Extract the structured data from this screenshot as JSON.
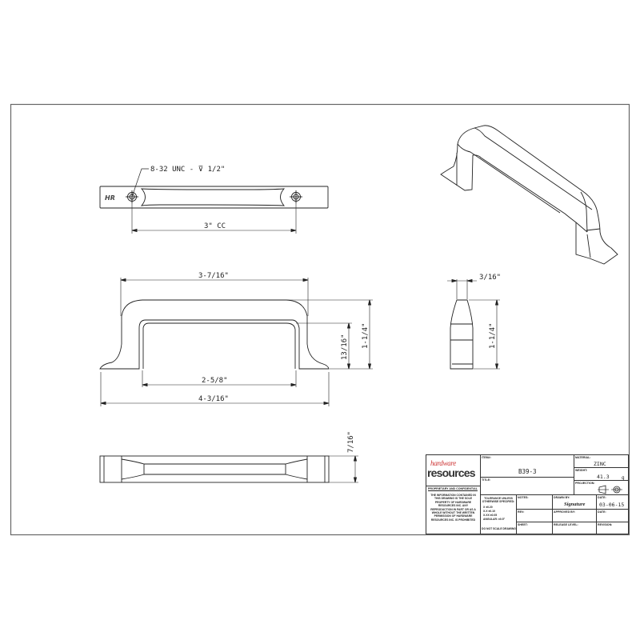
{
  "drawing": {
    "top_view": {
      "thread_callout": "8-32 UNC - ⊽ 1/2\"",
      "center_distance": "3\" CC",
      "logo_mark": "HR"
    },
    "front_view": {
      "overall_top_width": "3-7/16\"",
      "inner_width": "2-5/8\"",
      "overall_base_width": "4-3/16\"",
      "inner_height": "13/16\"",
      "overall_height": "1-1/4\""
    },
    "side_view": {
      "thickness": "3/16\"",
      "height": "1-1/4\""
    },
    "bottom_view": {
      "depth": "7/16\""
    }
  },
  "title_block": {
    "logo": {
      "top": "hardware",
      "main": "resources"
    },
    "confidential_heading": "PROPRIETARY AND CONFIDENTIAL",
    "confidential_text": "THE INFORMATION CONTAINED IN THIS DRAWING IS THE SOLE PROPERTY OF HARDWARE RESOURCES INC. ANY REPRODUCTION IN PART OR AS A WHOLE WITHOUT THE WRITTEN PERMISSION OF HARDWARE RESOURCES INC. IS PROHIBITED",
    "item_label": "ITEM#:",
    "item_value": "B39-3",
    "title_label": "TITLE:",
    "title_value": "",
    "material_label": "MATERIAL:",
    "material_value": "ZINC",
    "weight_label": "WEIGHT:",
    "weight_value": "41.3",
    "weight_unit": "g",
    "projection_label": "PROJECTION:",
    "tolerance": {
      "heading": "TOLERANCE UNLESS OTHERWISE SPECIFIED:",
      "rows": [
        "X    ±0.20",
        "X.X  ±0.10",
        "X.XX ±0.05",
        "ANGULAR: ±0.5°"
      ],
      "footer": "DO NOT SCALE DRAWING"
    },
    "notes_label": "NOTES:",
    "rev_label": "REV:",
    "sheet_label": "SHEET:",
    "drawn_by_label": "DRAWN BY:",
    "drawn_by_value": "Signature",
    "approved_by_label": "APPROVED BY:",
    "release_level_label": "RELEASE LEVEL:",
    "date_label": "DATE:",
    "date_value": "03-06-15",
    "date2_label": "DATE:",
    "revision_label": "REVISION:"
  },
  "colors": {
    "line": "#222222",
    "frame": "#555555",
    "logo_accent": "#cc3333"
  }
}
